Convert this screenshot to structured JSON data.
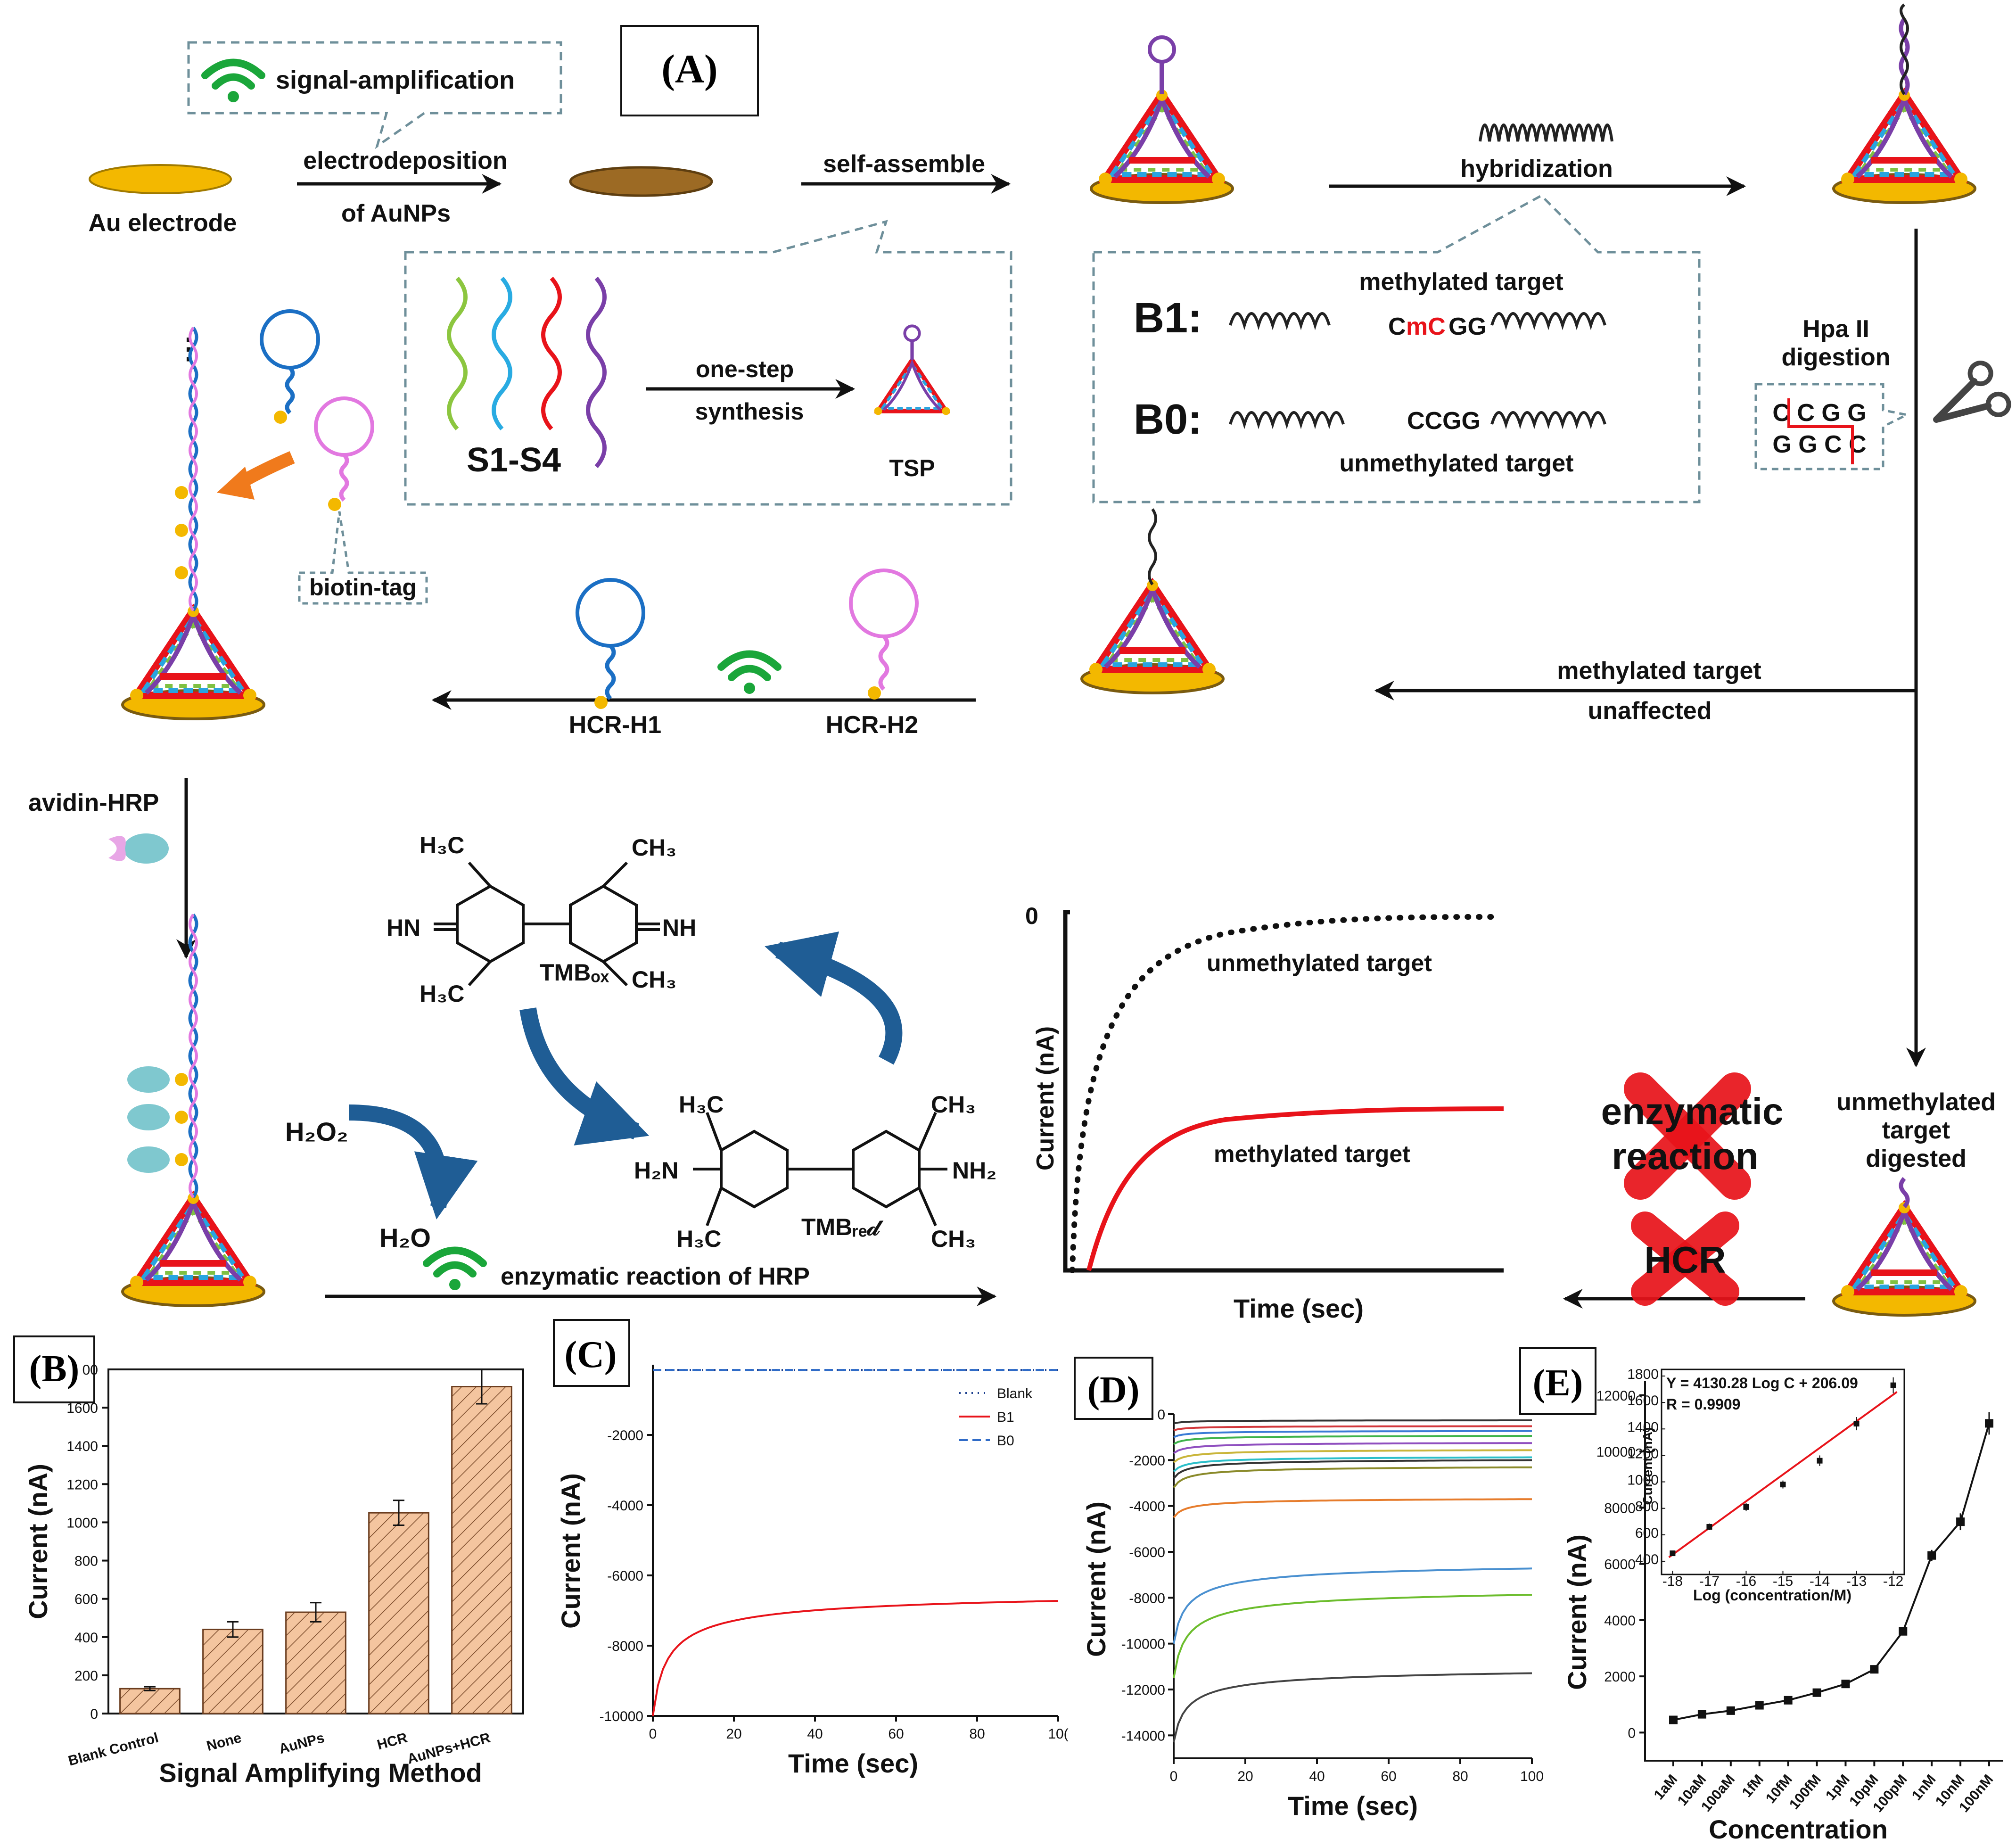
{
  "panel_a": {
    "label": "(A)",
    "callout_signal": "signal-amplification",
    "au_electrode": "Au electrode",
    "electrodeposition_line1": "electrodeposition",
    "electrodeposition_line2": "of AuNPs",
    "self_assemble": "self-assemble",
    "hybridization": "hybridization",
    "strands_label": "S1-S4",
    "one_step_line1": "one-step",
    "one_step_line2": "synthesis",
    "tsp": "TSP",
    "methylated_target": "methylated target",
    "unmethylated_target": "unmethylated target",
    "b1_label": "B1:",
    "b1_seq_pre": "C",
    "b1_seq_m": "mC",
    "b1_seq_post": "GG",
    "b0_label": "B0:",
    "b0_seq": "CCGG",
    "hpa_line1": "Hpa II",
    "hpa_line2": "digestion",
    "ccgg_top": "C C G G",
    "ccgg_bottom": "G G C C",
    "biotin_tag": "biotin-tag",
    "hcr_h1": "HCR-H1",
    "hcr_h2": "HCR-H2",
    "methylated_unaffected_line1": "methylated target",
    "methylated_unaffected_line2": "unaffected",
    "avidin_hrp": "avidin-HRP",
    "h2o2": "H₂O₂",
    "h2o": "H₂O",
    "enzymatic_hrp": "enzymatic reaction of HRP",
    "tmb_ox": "TMBₒₓ",
    "tmb_red": "TMBᵣₑ𝒹",
    "h3c": "H₃C",
    "ch3": "CH₃",
    "hn": "HN",
    "nh": "NH",
    "h2n": "H₂N",
    "nh2": "NH₂",
    "schematic_zero": "0",
    "schematic_ylabel": "Current (nA)",
    "schematic_xlabel": "Time (sec)",
    "schematic_unmethylated": "unmethylated target",
    "schematic_methylated": "methylated target",
    "enzymatic_line1": "enzymatic",
    "enzymatic_line2": "reaction",
    "hcr_blocked": "HCR",
    "digested_line1": "unmethylated",
    "digested_line2": "target",
    "digested_line3": "digested",
    "colors": {
      "red": "#e8131a",
      "blue_arrow": "#1f5d95",
      "orange": "#f07a1c",
      "gold": "#f3b800",
      "green": "#1aa63a"
    }
  },
  "chart_data": [
    {
      "id": "B",
      "label": "(B)",
      "type": "bar",
      "categories": [
        "Blank Control",
        "None",
        "AuNPs",
        "HCR",
        "AuNPs+HCR"
      ],
      "values": [
        130,
        440,
        530,
        1050,
        1710
      ],
      "errors": [
        10,
        40,
        50,
        65,
        90
      ],
      "xlabel": "Signal Amplifying Method",
      "ylabel": "Current (nA)",
      "ylim": [
        0,
        1800
      ],
      "yticks": [
        0,
        200,
        400,
        600,
        800,
        1000,
        1200,
        1400,
        1600
      ],
      "ytick_labels": [
        "0",
        "200",
        "400",
        "600",
        "800",
        "1000",
        "1200",
        "1400",
        "1600"
      ],
      "top_tick_label": "00",
      "bar_color": "#f2be98"
    },
    {
      "id": "C",
      "label": "(C)",
      "type": "line",
      "xlabel": "Time (sec)",
      "ylabel": "Current (nA)",
      "xlim": [
        0,
        100
      ],
      "ylim": [
        -10000,
        0
      ],
      "xticks": [
        0,
        20,
        40,
        60,
        80,
        100
      ],
      "xtick_labels": [
        "0",
        "20",
        "40",
        "60",
        "80",
        "10("
      ],
      "yticks": [
        -2000,
        -4000,
        -6000,
        -8000,
        -10000
      ],
      "ytick_labels": [
        "-2000",
        "-4000",
        -6000,
        "-8000",
        "-10000"
      ],
      "legend_position": "top-right",
      "series": [
        {
          "name": "Blank",
          "style": "dotted",
          "color": "#1c3f8f",
          "start": -150,
          "end": -150
        },
        {
          "name": "B1",
          "style": "solid",
          "color": "#e8131a",
          "start": -10000,
          "end": -6300
        },
        {
          "name": "B0",
          "style": "dashed",
          "color": "#2f6bc7",
          "start": -150,
          "end": -150
        }
      ]
    },
    {
      "id": "D",
      "label": "(D)",
      "type": "line",
      "xlabel": "Time (sec)",
      "ylabel": "Current (nA)",
      "xlim": [
        0,
        100
      ],
      "ylim": [
        -15000,
        0
      ],
      "xticks": [
        0,
        20,
        40,
        60,
        80,
        100
      ],
      "yticks": [
        0,
        -2000,
        -4000,
        -6000,
        -8000,
        -10000,
        -12000,
        -14000
      ],
      "ytick_labels": [
        "0",
        "-2000",
        "-4000",
        "-6000",
        "-8000",
        "-10000",
        "-12000",
        "-14000"
      ],
      "series": [
        {
          "color": "#333333",
          "start": -400,
          "end": -250
        },
        {
          "color": "#d2363a",
          "start": -700,
          "end": -500
        },
        {
          "color": "#3a7bd5",
          "start": -1000,
          "end": -700
        },
        {
          "color": "#3eb34a",
          "start": -1300,
          "end": -900
        },
        {
          "color": "#8f4fbf",
          "start": -1700,
          "end": -1200
        },
        {
          "color": "#c9b53a",
          "start": -2100,
          "end": -1500
        },
        {
          "color": "#2bbfc9",
          "start": -2500,
          "end": -1800
        },
        {
          "color": "#333333",
          "start": -2800,
          "end": -1900
        },
        {
          "color": "#8a8a2a",
          "start": -3200,
          "end": -2200
        },
        {
          "color": "#e67c2c",
          "start": -4500,
          "end": -3600
        },
        {
          "color": "#4a90d0",
          "start": -10000,
          "end": -6300
        },
        {
          "color": "#6cbd2d",
          "start": -11500,
          "end": -7400
        },
        {
          "color": "#444444",
          "start": -14300,
          "end": -10900
        }
      ]
    },
    {
      "id": "E",
      "label": "(E)",
      "type": "line",
      "xlabel": "Concentration",
      "ylabel": "Current (nA)",
      "ylim": [
        -1000,
        12500
      ],
      "categories": [
        "1aM",
        "10aM",
        "100aM",
        "1fM",
        "10fM",
        "100fM",
        "1pM",
        "10pM",
        "100pM",
        "1nM",
        "10nM",
        "100nM"
      ],
      "values": [
        450,
        650,
        780,
        970,
        1150,
        1420,
        1730,
        2250,
        3600,
        6300,
        7500,
        11000
      ],
      "errors": [
        50,
        50,
        50,
        60,
        60,
        70,
        80,
        100,
        130,
        200,
        300,
        400
      ],
      "yticks": [
        0,
        2000,
        4000,
        6000,
        8000,
        10000,
        12000
      ],
      "ytick_labels": [
        "0",
        "2000",
        "4000",
        "6000",
        "8000",
        "10000",
        "12000"
      ],
      "inset": {
        "type": "scatter",
        "equation": "Y = 4130.28 Log C + 206.09",
        "r_value": "R = 0.9909",
        "xlabel": "Log (concentration/M)",
        "ylabel": "Current (nA)",
        "xlim": [
          -18.3,
          -11.7
        ],
        "ylim": [
          300,
          1850
        ],
        "xticks": [
          -18,
          -17,
          -16,
          -15,
          -14,
          -13,
          -12
        ],
        "yticks": [
          400,
          600,
          800,
          1000,
          1200,
          1400,
          1600,
          1800
        ],
        "x": [
          -18,
          -17,
          -16,
          -15,
          -14,
          -13,
          -12
        ],
        "y": [
          460,
          660,
          810,
          980,
          1160,
          1440,
          1730
        ],
        "errors": [
          20,
          25,
          30,
          30,
          40,
          50,
          60
        ],
        "fit_color": "#e8131a"
      }
    }
  ]
}
